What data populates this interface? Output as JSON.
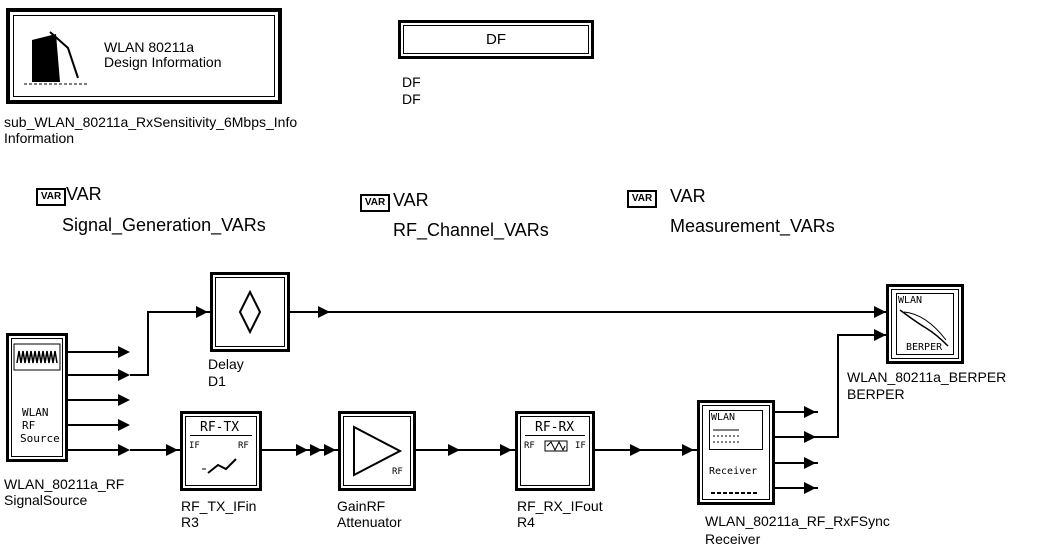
{
  "info_block": {
    "title_line1": "WLAN 80211a",
    "title_line2": "Design Information",
    "name": "sub_WLAN_80211a_RxSensitivity_6Mbps_Info",
    "instance": "Information"
  },
  "df_block": {
    "label": "DF",
    "name": "DF",
    "instance": "DF"
  },
  "var_blocks": [
    {
      "icon": "VAR",
      "label": "VAR",
      "name": "Signal_Generation_VARs"
    },
    {
      "icon": "VAR",
      "label": "VAR",
      "name": "RF_Channel_VARs"
    },
    {
      "icon": "VAR",
      "label": "VAR",
      "name": "Measurement_VARs"
    }
  ],
  "components": {
    "source": {
      "inner_lines": [
        "WLAN",
        "RF",
        "Source"
      ],
      "name": "WLAN_80211a_RF",
      "instance": "SignalSource"
    },
    "delay": {
      "name": "Delay",
      "instance": "D1"
    },
    "rf_tx": {
      "header": "RF-TX",
      "pin_in": "IF",
      "pin_out": "RF",
      "name": "RF_TX_IFin",
      "instance": "R3"
    },
    "gain": {
      "pin": "RF",
      "name": "GainRF",
      "instance": "Attenuator"
    },
    "rf_rx": {
      "header": "RF-RX",
      "pin_in": "RF",
      "pin_out": "IF",
      "name": "RF_RX_IFout",
      "instance": "R4"
    },
    "receiver": {
      "header": "WLAN",
      "label": "Receiver",
      "name": "WLAN_80211a_RF_RxFSync",
      "instance": "Receiver"
    },
    "berper": {
      "header": "WLAN",
      "footer": "BERPER",
      "name": "WLAN_80211a_BERPER",
      "instance": "BERPER"
    }
  },
  "colors": {
    "wire": "#000000",
    "background": "#ffffff"
  }
}
